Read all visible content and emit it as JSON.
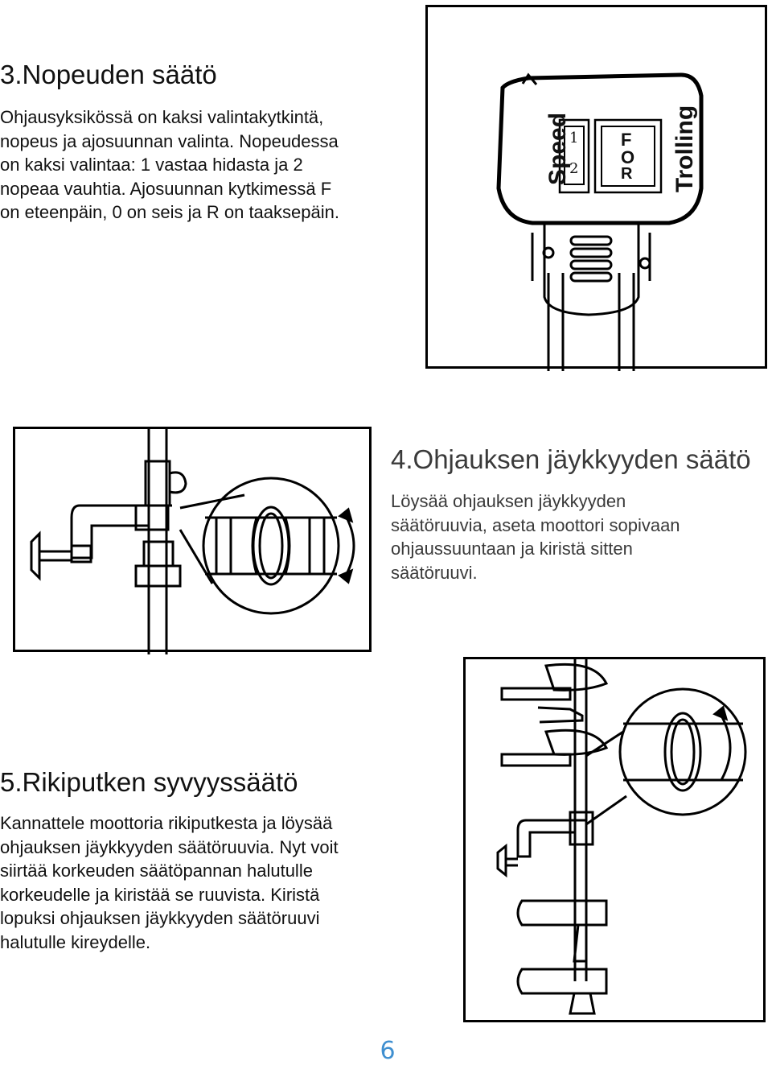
{
  "section3": {
    "heading": "3.Nopeuden säätö",
    "lines": [
      "Ohjausyksikössä on kaksi valintakytkintä,",
      "nopeus ja ajosuunnan valinta. Nopeudessa",
      "on kaksi valintaa: 1 vastaa hidasta ja 2",
      "nopeaa vauhtia. Ajosuunnan kytkimessä F",
      "on eteenpäin, 0 on seis  ja R on taaksepäin."
    ],
    "figure": {
      "speed_label": "Speed",
      "speed_option_1": "1",
      "speed_option_2": "2",
      "direction_f": "F",
      "direction_0": "O",
      "direction_r": "R",
      "trolling_label": "Trolling"
    }
  },
  "section4": {
    "heading": "4.Ohjauksen jäykkyyden säätö",
    "lines": [
      "Löysää ohjauksen jäykkyyden",
      "säätöruuvia, aseta moottori sopivaan",
      "ohjaussuuntaan ja kiristä sitten",
      "säätöruuvi."
    ]
  },
  "section5": {
    "heading": "5.Rikiputken syvyyssäätö",
    "lines": [
      "Kannattele moottoria rikiputkesta ja löysää",
      "ohjauksen jäykkyyden säätöruuvia. Nyt voit",
      "siirtää korkeuden säätöpannan halutulle",
      "korkeudelle ja kiristää se ruuvista. Kiristä",
      "lopuksi ohjauksen jäykkyyden säätöruuvi",
      "halutulle kireydelle."
    ]
  },
  "footer": {
    "page_number": "6"
  }
}
